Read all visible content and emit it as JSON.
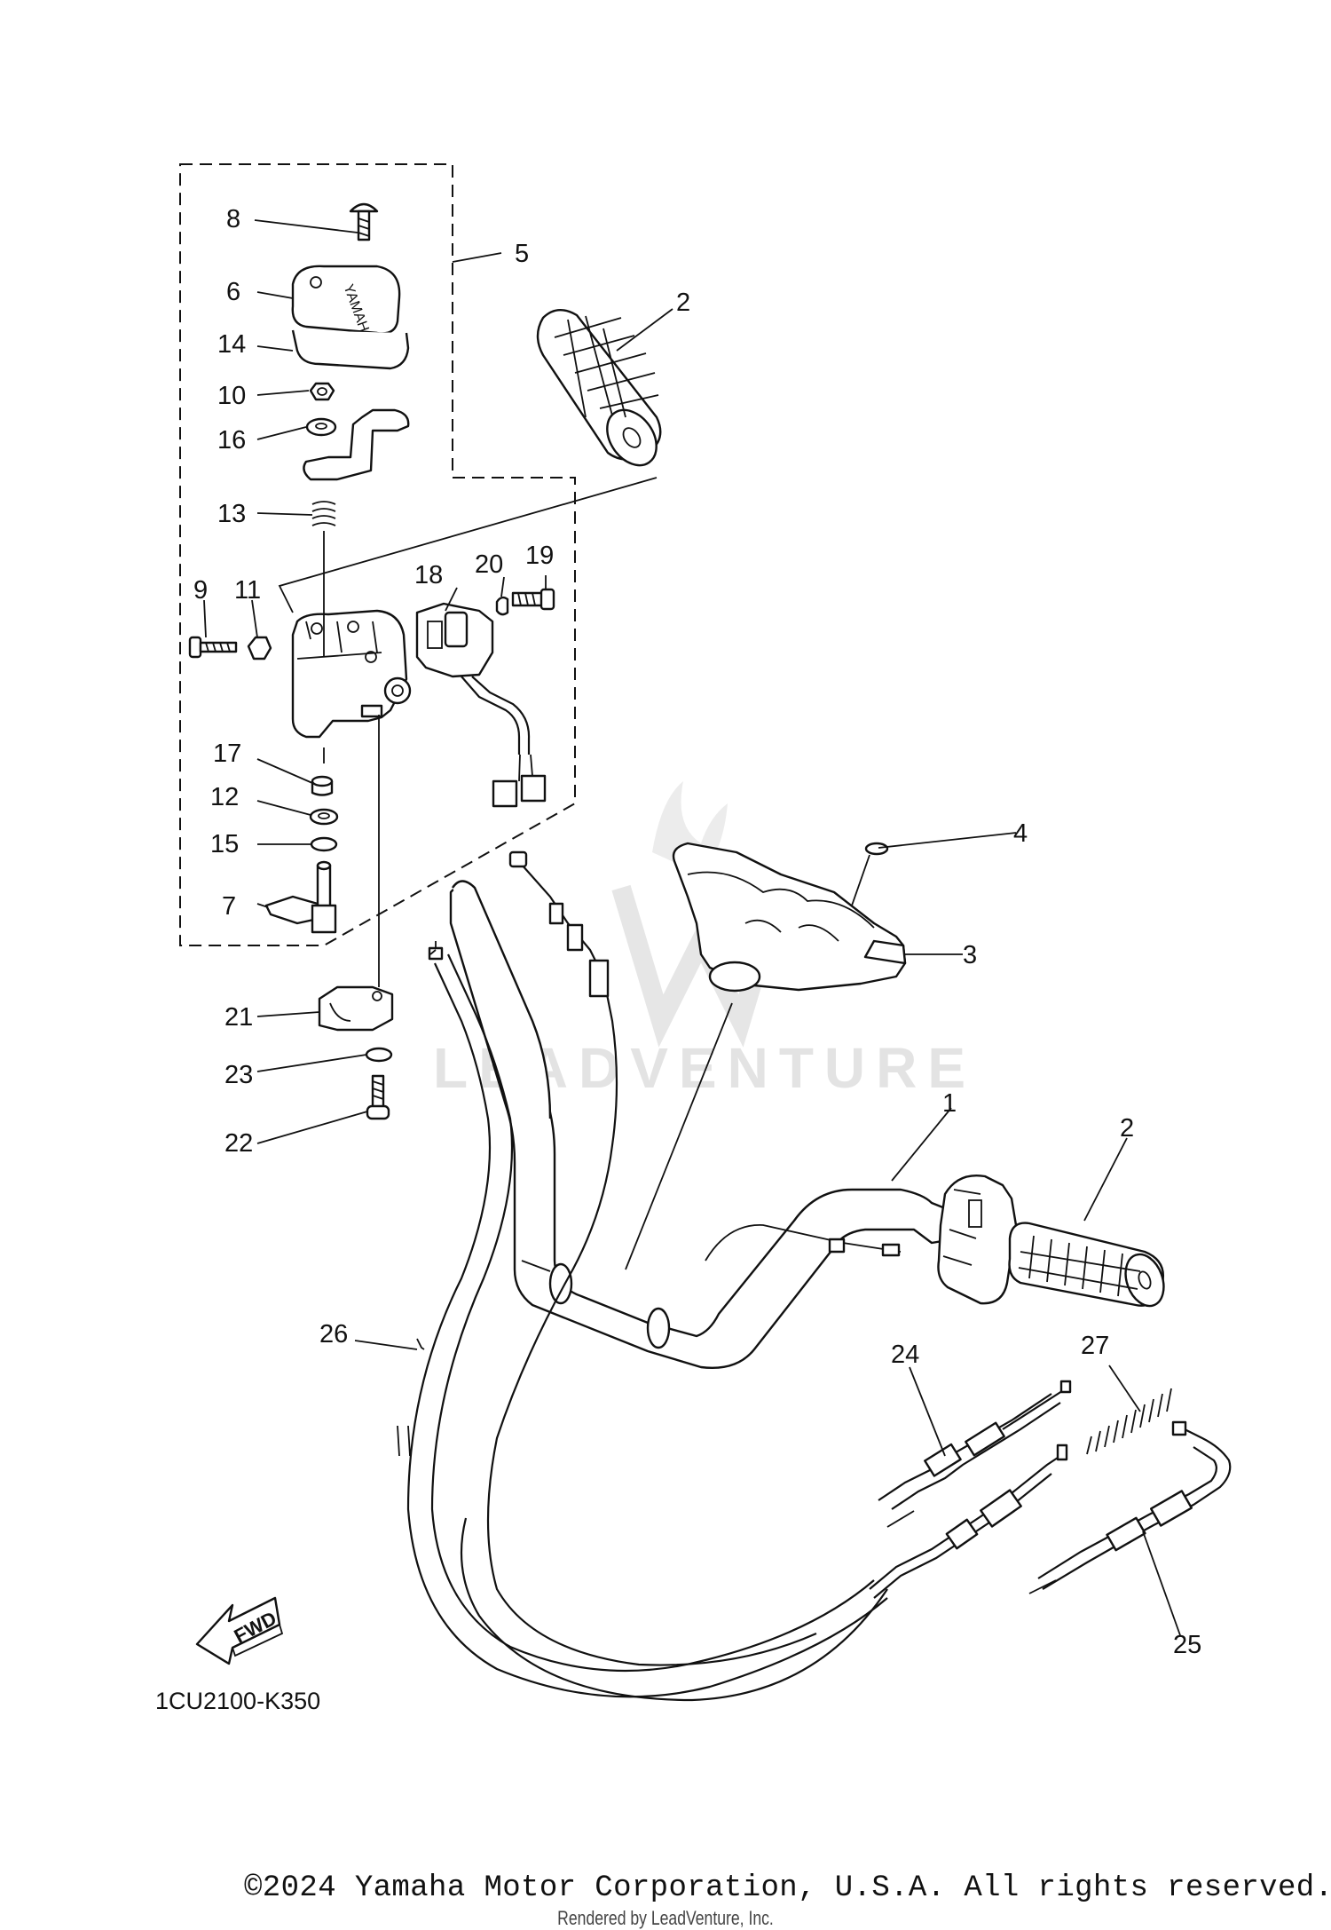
{
  "diagram_code": "1CU2100-K350",
  "fwd_label": "FWD",
  "watermark": "LEADVENTURE",
  "copyright": "©2024 Yamaha Motor Corporation, U.S.A. All rights reserved.",
  "rendered_by": "Rendered by LeadVenture, Inc.",
  "callouts": [
    "1",
    "2",
    "2",
    "3",
    "4",
    "5",
    "6",
    "7",
    "8",
    "9",
    "10",
    "11",
    "12",
    "13",
    "14",
    "15",
    "16",
    "17",
    "18",
    "19",
    "20",
    "21",
    "22",
    "23",
    "24",
    "25",
    "26",
    "27"
  ]
}
